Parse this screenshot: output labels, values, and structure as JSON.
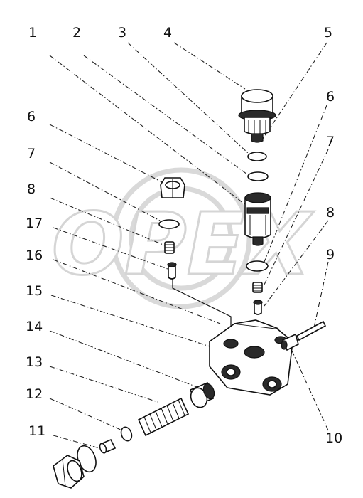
{
  "labels": {
    "l1": "1",
    "l2": "2",
    "l3": "3",
    "l4": "4",
    "l5": "5",
    "l6a": "6",
    "l6b": "6",
    "l7a": "7",
    "l7b": "7",
    "l8a": "8",
    "l8b": "8",
    "l9": "9",
    "l10": "10",
    "l11": "11",
    "l12": "12",
    "l13": "13",
    "l14": "14",
    "l15": "15",
    "l16": "16",
    "l17": "17"
  },
  "watermark": "OPEX",
  "colors": {
    "ink": "#111111",
    "watermark": "#d9d9d9",
    "background": "#ffffff"
  }
}
